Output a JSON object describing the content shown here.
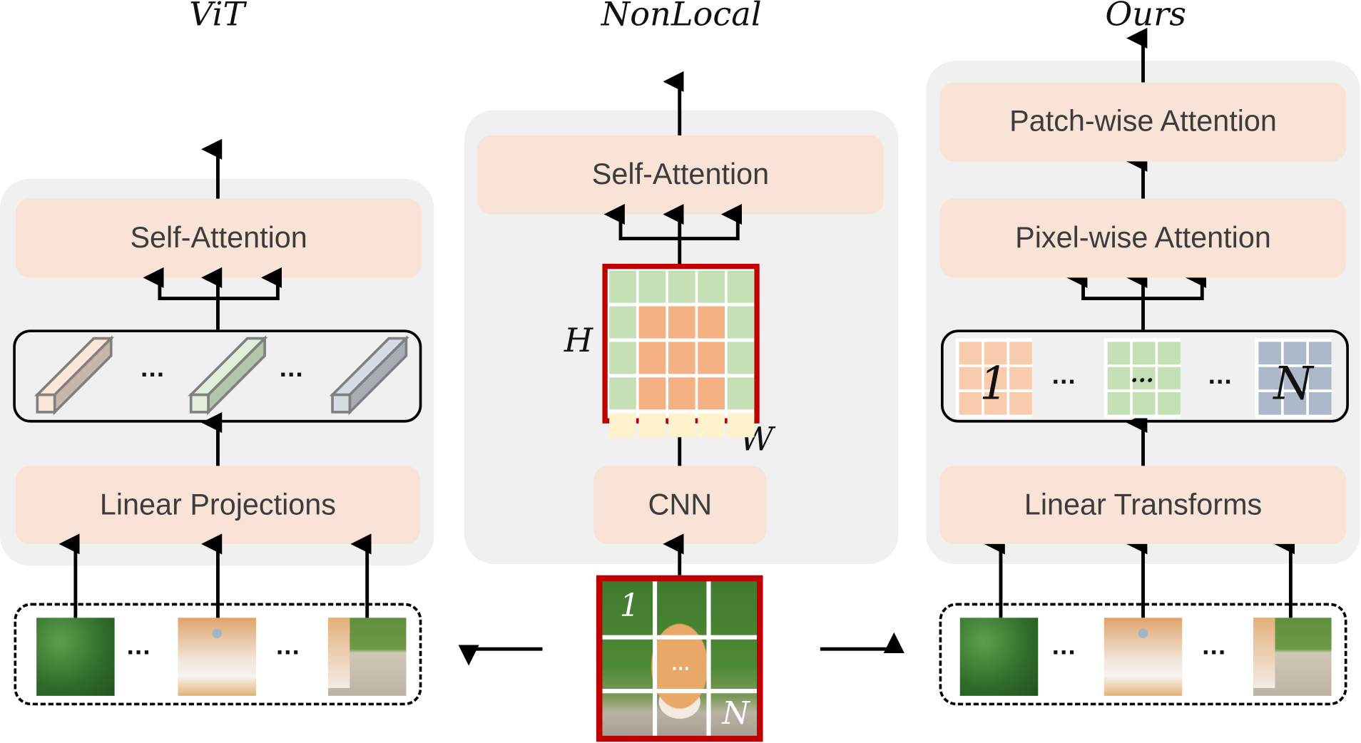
{
  "columns": {
    "vit": {
      "title": "ViT",
      "top_block": "Self-Attention",
      "bottom_block": "Linear Projections",
      "token_colors": [
        "#fbe5d6",
        "#e2efda",
        "#d6dce4"
      ],
      "separator": "...",
      "patch_separator": "..."
    },
    "nonlocal": {
      "title": "NonLocal",
      "top_block": "Self-Attention",
      "bottom_block": "CNN",
      "height_label": "H",
      "width_label": "W",
      "feature_map_colors": {
        "border": "#c00000",
        "outer": "#c5e0b4",
        "inner": "#f4b183",
        "last_row": "#fff2cc"
      },
      "image_labels": {
        "first": "1",
        "middle": "...",
        "last": "N"
      }
    },
    "ours": {
      "title": "Ours",
      "top_block": "Patch-wise Attention",
      "middle_block": "Pixel-wise Attention",
      "bottom_block": "Linear Transforms",
      "patch_grids": [
        {
          "label": "1",
          "color": "#f8cbad"
        },
        {
          "label": "...",
          "color": "#c5e0b4"
        },
        {
          "label": "N",
          "color": "#adb9ca"
        }
      ],
      "separator": "...",
      "patch_separator": "..."
    }
  },
  "colors": {
    "panel": "#f0f0f0",
    "block": "#f9e3d7",
    "text": "#3c3c3c"
  }
}
